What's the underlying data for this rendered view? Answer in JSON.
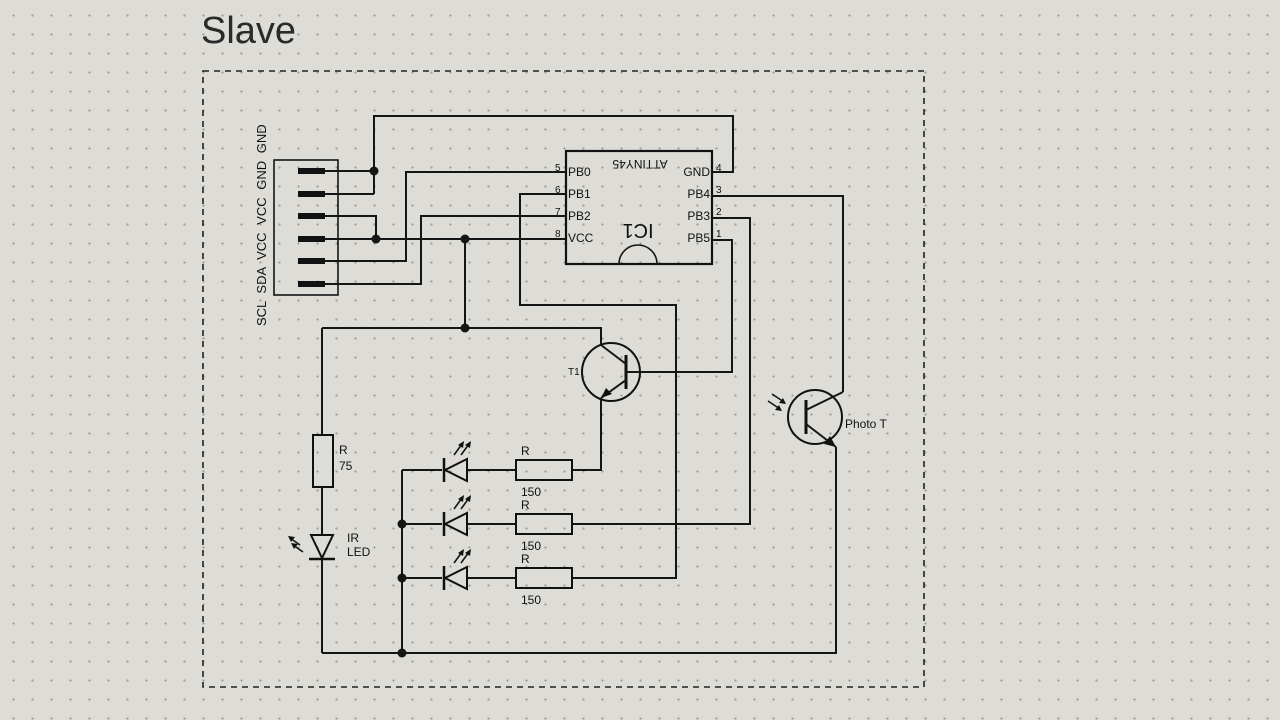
{
  "title": "Slave",
  "connector": {
    "pins": [
      "SCL",
      "SDA",
      "VCC",
      "VCC",
      "GND",
      "GND"
    ]
  },
  "ic": {
    "name": "IC1",
    "part": "ATTINY45",
    "pins": [
      {
        "num": "5",
        "label": "PB0"
      },
      {
        "num": "6",
        "label": "PB1"
      },
      {
        "num": "7",
        "label": "PB2"
      },
      {
        "num": "8",
        "label": "VCC"
      },
      {
        "num": "4",
        "label": "GND"
      },
      {
        "num": "3",
        "label": "PB4"
      },
      {
        "num": "2",
        "label": "PB3"
      },
      {
        "num": "1",
        "label": "PB5"
      }
    ]
  },
  "transistor": {
    "name": "T1"
  },
  "phototransistor": {
    "name": "Photo T"
  },
  "resistor_ir": {
    "name": "R",
    "value": "75"
  },
  "ir_led": {
    "line1": "IR",
    "line2": "LED"
  },
  "led_resistors": [
    {
      "name": "R",
      "value": "150"
    },
    {
      "name": "R",
      "value": "150"
    },
    {
      "name": "R",
      "value": "150"
    }
  ]
}
